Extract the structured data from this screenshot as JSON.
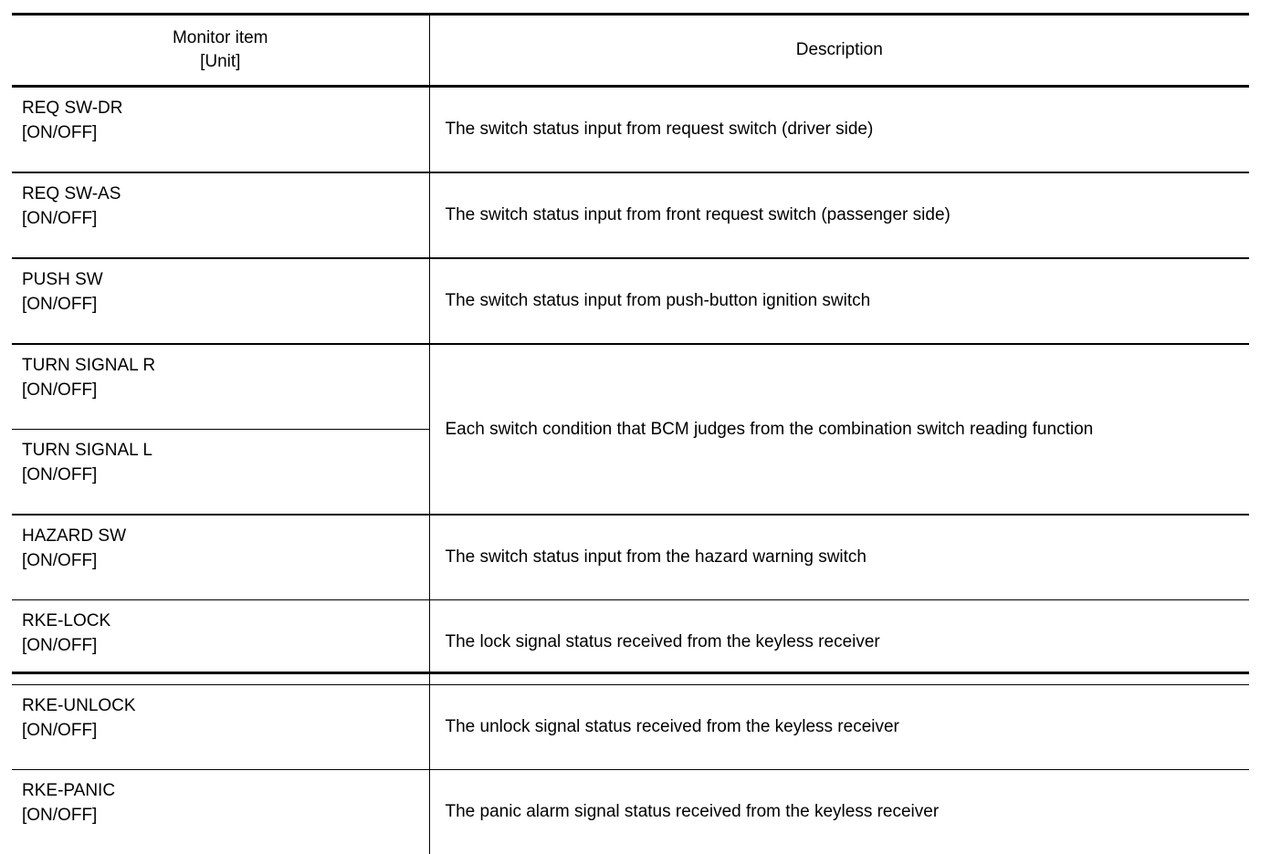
{
  "table": {
    "headers": {
      "monitor_item_line1": "Monitor item",
      "monitor_item_line2": "[Unit]",
      "description": "Description"
    },
    "rows": [
      {
        "item": "REQ SW-DR",
        "unit": "[ON/OFF]",
        "description": "The switch status input from request switch (driver side)",
        "separator": "thick",
        "merged_description": false
      },
      {
        "item": "REQ SW-AS",
        "unit": "[ON/OFF]",
        "description": "The switch status input from front request switch (passenger side)",
        "separator": "thick",
        "merged_description": false
      },
      {
        "item": "PUSH SW",
        "unit": "[ON/OFF]",
        "description": "The switch status input from push-button ignition switch",
        "separator": "thick",
        "merged_description": false
      },
      {
        "item": "TURN SIGNAL R",
        "unit": "[ON/OFF]",
        "description": "Each switch condition that BCM judges from the combination switch reading function",
        "separator": "thick",
        "merged_description": true,
        "merge_span": 2
      },
      {
        "item": "TURN SIGNAL L",
        "unit": "[ON/OFF]",
        "description": "",
        "separator": "thin",
        "merged_description": false,
        "continues_merge": true
      },
      {
        "item": "HAZARD SW",
        "unit": "[ON/OFF]",
        "description": "The switch status input from the hazard warning switch",
        "separator": "thick",
        "merged_description": false
      },
      {
        "item": "RKE-LOCK",
        "unit": "[ON/OFF]",
        "description": "The lock signal status received from the keyless receiver",
        "separator": "thin",
        "merged_description": false
      },
      {
        "item": "RKE-UNLOCK",
        "unit": "[ON/OFF]",
        "description": "The unlock signal status received from the keyless receiver",
        "separator": "thin",
        "merged_description": false
      },
      {
        "item": "RKE-PANIC",
        "unit": "[ON/OFF]",
        "description": "The panic alarm signal status received from the keyless receiver",
        "separator": "thin",
        "merged_description": false
      }
    ]
  },
  "colors": {
    "rule": "#000000",
    "text": "#000000",
    "background": "#ffffff"
  }
}
